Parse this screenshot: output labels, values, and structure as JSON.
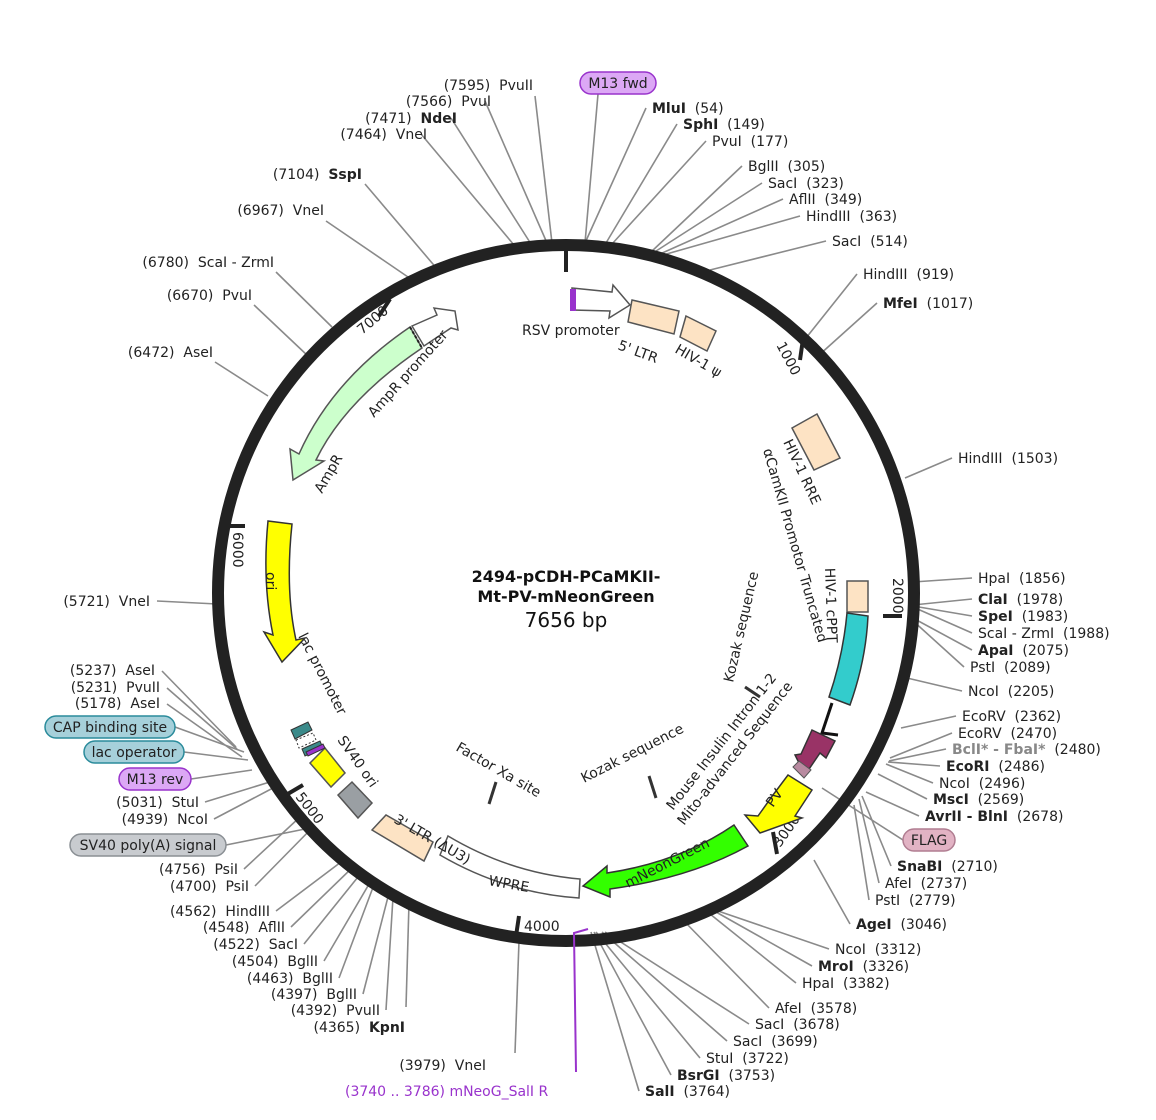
{
  "plasmid": {
    "name_line1": "2494-pCDH-PCaMKII-",
    "name_line2": "Mt-PV-mNeonGreen",
    "length": "7656 bp"
  },
  "ticks": [
    "1000",
    "2000",
    "3000",
    "4000",
    "5000",
    "6000",
    "7000"
  ],
  "features": {
    "rsv_promoter": "RSV promoter",
    "ltr5": "5' LTR",
    "hiv_psi": "HIV-1 ψ",
    "hiv_rre": "HIV-1 RRE",
    "camkii": "αCamKII Promotor Truncated",
    "cppt": "HIV-1 cPPT",
    "kozak1": "Kozak sequence",
    "kozak2": "Kozak sequence",
    "intron_l1": "Mouse Insulin Intron 1-2",
    "intron_l2": "Mito-advanced Sequence",
    "pv": "PV",
    "mneongreen": "mNeonGreen",
    "wpre": "WPRE",
    "ltr3": "3' LTR (ΔU3)",
    "factor_xa": "Factor Xa site",
    "sv40_ori": "SV40 ori",
    "lac_promoter": "lac promoter",
    "ori": "ori",
    "ampr": "AmpR",
    "ampr_promoter": "AmpR promoter"
  },
  "primers": {
    "m13_fwd": "M13 fwd",
    "m13_rev": "M13 rev",
    "mneog_sali_r_pos": "(3740 .. 3786)",
    "mneog_sali_r_name": "mNeoG_SalI R"
  },
  "pills": {
    "flag": "FLAG",
    "cap_binding_site": "CAP binding site",
    "lac_operator": "lac operator",
    "sv40_polya": "SV40 poly(A) signal"
  },
  "colors": {
    "backbone": "#222222",
    "rsv": "#ffffff",
    "ltr": "#fde3c4",
    "cppt": "#33cccc",
    "mito": "#993366",
    "pv": "#ffff00",
    "mneongreen": "#33ff00",
    "ori": "#ffff00",
    "ampr": "#ccffcc",
    "sv40ori": "#9a9fa3",
    "primer": "#9933cc",
    "pill_purple": "#dca8f5",
    "pill_teal": "#a6d0da",
    "pill_grey": "#c8cbcf",
    "pill_pink": "#e2b3c4"
  },
  "sites_right": [
    {
      "name": "MluI",
      "pos": "(54)",
      "bold": true
    },
    {
      "name": "SphI",
      "pos": "(149)",
      "bold": true
    },
    {
      "name": "PvuI",
      "pos": "(177)",
      "bold": false
    },
    {
      "name": "BglII",
      "pos": "(305)",
      "bold": false
    },
    {
      "name": "SacI",
      "pos": "(323)",
      "bold": false
    },
    {
      "name": "AflII",
      "pos": "(349)",
      "bold": false
    },
    {
      "name": "HindIII",
      "pos": "(363)",
      "bold": false
    },
    {
      "name": "SacI",
      "pos": "(514)",
      "bold": false
    },
    {
      "name": "HindIII",
      "pos": "(919)",
      "bold": false
    },
    {
      "name": "MfeI",
      "pos": "(1017)",
      "bold": true
    },
    {
      "name": "HindIII",
      "pos": "(1503)",
      "bold": false
    },
    {
      "name": "HpaI",
      "pos": "(1856)",
      "bold": false
    },
    {
      "name": "ClaI",
      "pos": "(1978)",
      "bold": true
    },
    {
      "name": "SpeI",
      "pos": "(1983)",
      "bold": true
    },
    {
      "name": "ScaI - ZrmI",
      "pos": "(1988)",
      "bold": false
    },
    {
      "name": "ApaI",
      "pos": "(2075)",
      "bold": true
    },
    {
      "name": "PstI",
      "pos": "(2089)",
      "bold": false
    },
    {
      "name": "NcoI",
      "pos": "(2205)",
      "bold": false
    },
    {
      "name": "EcoRV",
      "pos": "(2362)",
      "bold": false
    },
    {
      "name": "EcoRV",
      "pos": "(2470)",
      "bold": false
    },
    {
      "name": "BclI* - FbaI*",
      "pos": "(2480)",
      "bold": true
    },
    {
      "name": "EcoRI",
      "pos": "(2486)",
      "bold": true
    },
    {
      "name": "NcoI",
      "pos": "(2496)",
      "bold": false
    },
    {
      "name": "MscI",
      "pos": "(2569)",
      "bold": true
    },
    {
      "name": "AvrII - BlnI",
      "pos": "(2678)",
      "bold": true
    },
    {
      "name": "SnaBI",
      "pos": "(2710)",
      "bold": true
    },
    {
      "name": "AfeI",
      "pos": "(2737)",
      "bold": false
    },
    {
      "name": "PstI",
      "pos": "(2779)",
      "bold": false
    },
    {
      "name": "AgeI",
      "pos": "(3046)",
      "bold": true
    },
    {
      "name": "NcoI",
      "pos": "(3312)",
      "bold": false
    },
    {
      "name": "MroI",
      "pos": "(3326)",
      "bold": true
    },
    {
      "name": "HpaI",
      "pos": "(3382)",
      "bold": false
    },
    {
      "name": "AfeI",
      "pos": "(3578)",
      "bold": false
    },
    {
      "name": "SacI",
      "pos": "(3678)",
      "bold": false
    },
    {
      "name": "SacI",
      "pos": "(3699)",
      "bold": false
    },
    {
      "name": "StuI",
      "pos": "(3722)",
      "bold": false
    },
    {
      "name": "BsrGI",
      "pos": "(3753)",
      "bold": true
    },
    {
      "name": "SalI",
      "pos": "(3764)",
      "bold": true
    }
  ],
  "sites_left": [
    {
      "name": "PvuII",
      "pos": "(7595)",
      "bold": false
    },
    {
      "name": "PvuI",
      "pos": "(7566)",
      "bold": false
    },
    {
      "name": "NdeI",
      "pos": "(7471)",
      "bold": true
    },
    {
      "name": "VneI",
      "pos": "(7464)",
      "bold": false
    },
    {
      "name": "SspI",
      "pos": "(7104)",
      "bold": true
    },
    {
      "name": "VneI",
      "pos": "(6967)",
      "bold": false
    },
    {
      "name": "ScaI - ZrmI",
      "pos": "(6780)",
      "bold": false
    },
    {
      "name": "PvuI",
      "pos": "(6670)",
      "bold": false
    },
    {
      "name": "AseI",
      "pos": "(6472)",
      "bold": false
    },
    {
      "name": "VneI",
      "pos": "(5721)",
      "bold": false
    },
    {
      "name": "AseI",
      "pos": "(5237)",
      "bold": false
    },
    {
      "name": "PvuII",
      "pos": "(5231)",
      "bold": false
    },
    {
      "name": "AseI",
      "pos": "(5178)",
      "bold": false
    },
    {
      "name": "StuI",
      "pos": "(5031)",
      "bold": false
    },
    {
      "name": "NcoI",
      "pos": "(4939)",
      "bold": false
    },
    {
      "name": "PsiI",
      "pos": "(4756)",
      "bold": false
    },
    {
      "name": "PsiI",
      "pos": "(4700)",
      "bold": false
    },
    {
      "name": "HindIII",
      "pos": "(4562)",
      "bold": false
    },
    {
      "name": "AflII",
      "pos": "(4548)",
      "bold": false
    },
    {
      "name": "SacI",
      "pos": "(4522)",
      "bold": false
    },
    {
      "name": "BglII",
      "pos": "(4504)",
      "bold": false
    },
    {
      "name": "BglII",
      "pos": "(4463)",
      "bold": false
    },
    {
      "name": "BglII",
      "pos": "(4397)",
      "bold": false
    },
    {
      "name": "PvuII",
      "pos": "(4392)",
      "bold": false
    },
    {
      "name": "KpnI",
      "pos": "(4365)",
      "bold": true
    },
    {
      "name": "VneI",
      "pos": "(3979)",
      "bold": false
    }
  ]
}
